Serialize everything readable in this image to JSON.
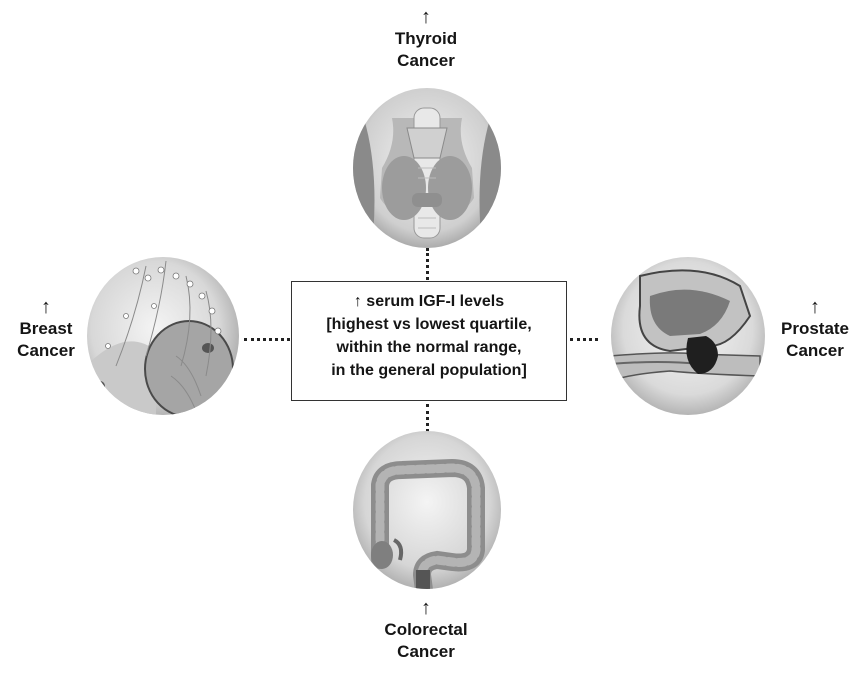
{
  "center": {
    "line1": "↑ serum IGF-I levels",
    "line2": "[highest vs lowest quartile,",
    "line3": "within the normal range,",
    "line4": "in the general population]"
  },
  "outcomes": {
    "thyroid": {
      "arrow": "↑",
      "line1": "Thyroid",
      "line2": "Cancer"
    },
    "breast": {
      "arrow": "↑",
      "line1": "Breast",
      "line2": "Cancer"
    },
    "prostate": {
      "arrow": "↑",
      "line1": "Prostate",
      "line2": "Cancer"
    },
    "colorectal": {
      "arrow": "↑",
      "line1": "Colorectal",
      "line2": "Cancer"
    }
  },
  "illustrations": {
    "thyroid": "thyroid-illustration",
    "breast": "breast-illustration",
    "prostate": "prostate-illustration",
    "colorectal": "colon-illustration"
  }
}
